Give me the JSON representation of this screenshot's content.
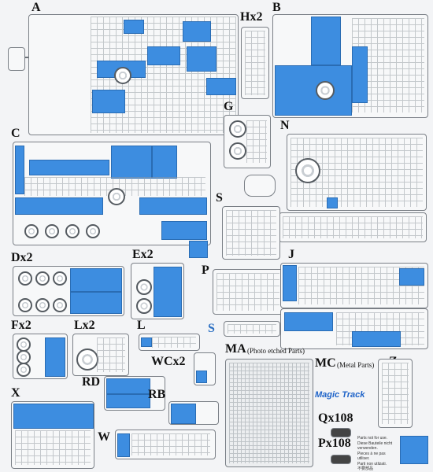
{
  "labels": {
    "A": "A",
    "B": "B",
    "Hx2": "Hx2",
    "G": "G",
    "C": "C",
    "N": "N",
    "S": "S",
    "Dx2": "Dx2",
    "Ex2": "Ex2",
    "J": "J",
    "P": "P",
    "S2": "S",
    "Fx2": "Fx2",
    "Lx2": "Lx2",
    "L": "L",
    "WCx2": "WCx2",
    "MA": "MA",
    "MA_note": "(Photo etched Parts)",
    "MC": "MC",
    "MC_note": "(Metal Parts)",
    "Z": "Z",
    "X": "X",
    "RD": "RD",
    "RB": "RB",
    "W": "W",
    "Qx108": "Qx108",
    "Px108": "Px108"
  },
  "logo": {
    "text": "Magic Track"
  },
  "legend": {
    "lines": [
      "Parts not for use.",
      "Diese Bauteile nicht verwenden.",
      "Pieces à ne pas utiliser.",
      "Parti non utlizati.",
      "不要部品"
    ]
  },
  "colors": {
    "accent": "#3d8de0",
    "s_label": "#2b6fc2"
  }
}
